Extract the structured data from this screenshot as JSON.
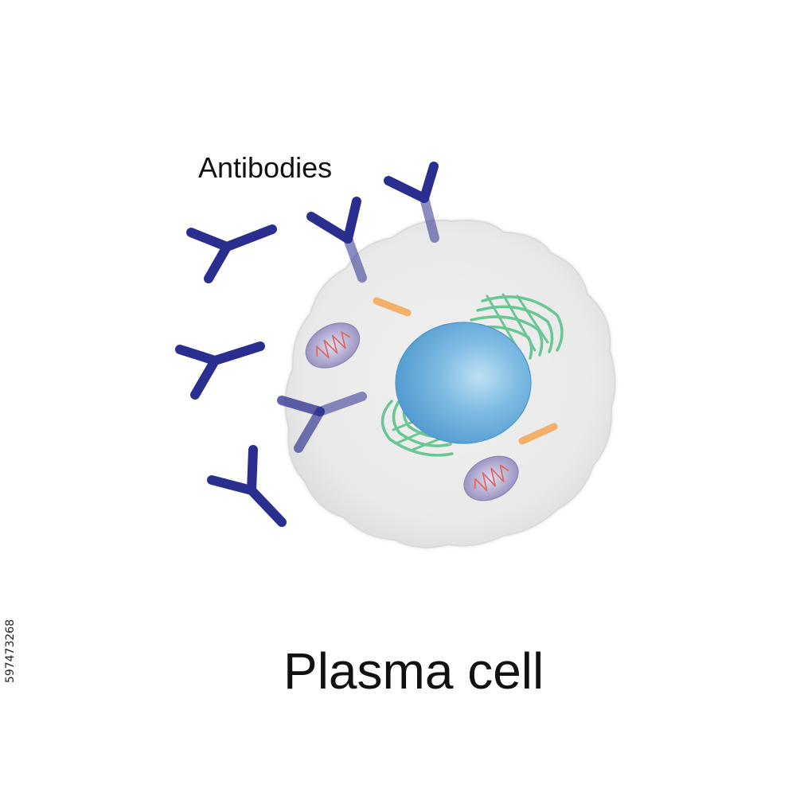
{
  "labels": {
    "antibodies": "Antibodies",
    "title": "Plasma cell"
  },
  "stock_id": "597473268",
  "colors": {
    "background": "#ffffff",
    "cell_membrane": "#e8e8e8",
    "cell_outline": "#cfcfcf",
    "nucleus": "#6fb2dc",
    "antibody": "#2a2e8f",
    "golgi": "#68c792",
    "mitochondrion": "#9a93c0",
    "mitochondrion_crista": "#e0625c",
    "orange_organelle": "#f3b06a"
  },
  "components": [
    "cell-membrane",
    "nucleus",
    "golgi-apparatus",
    "mitochondrion",
    "antibody"
  ]
}
